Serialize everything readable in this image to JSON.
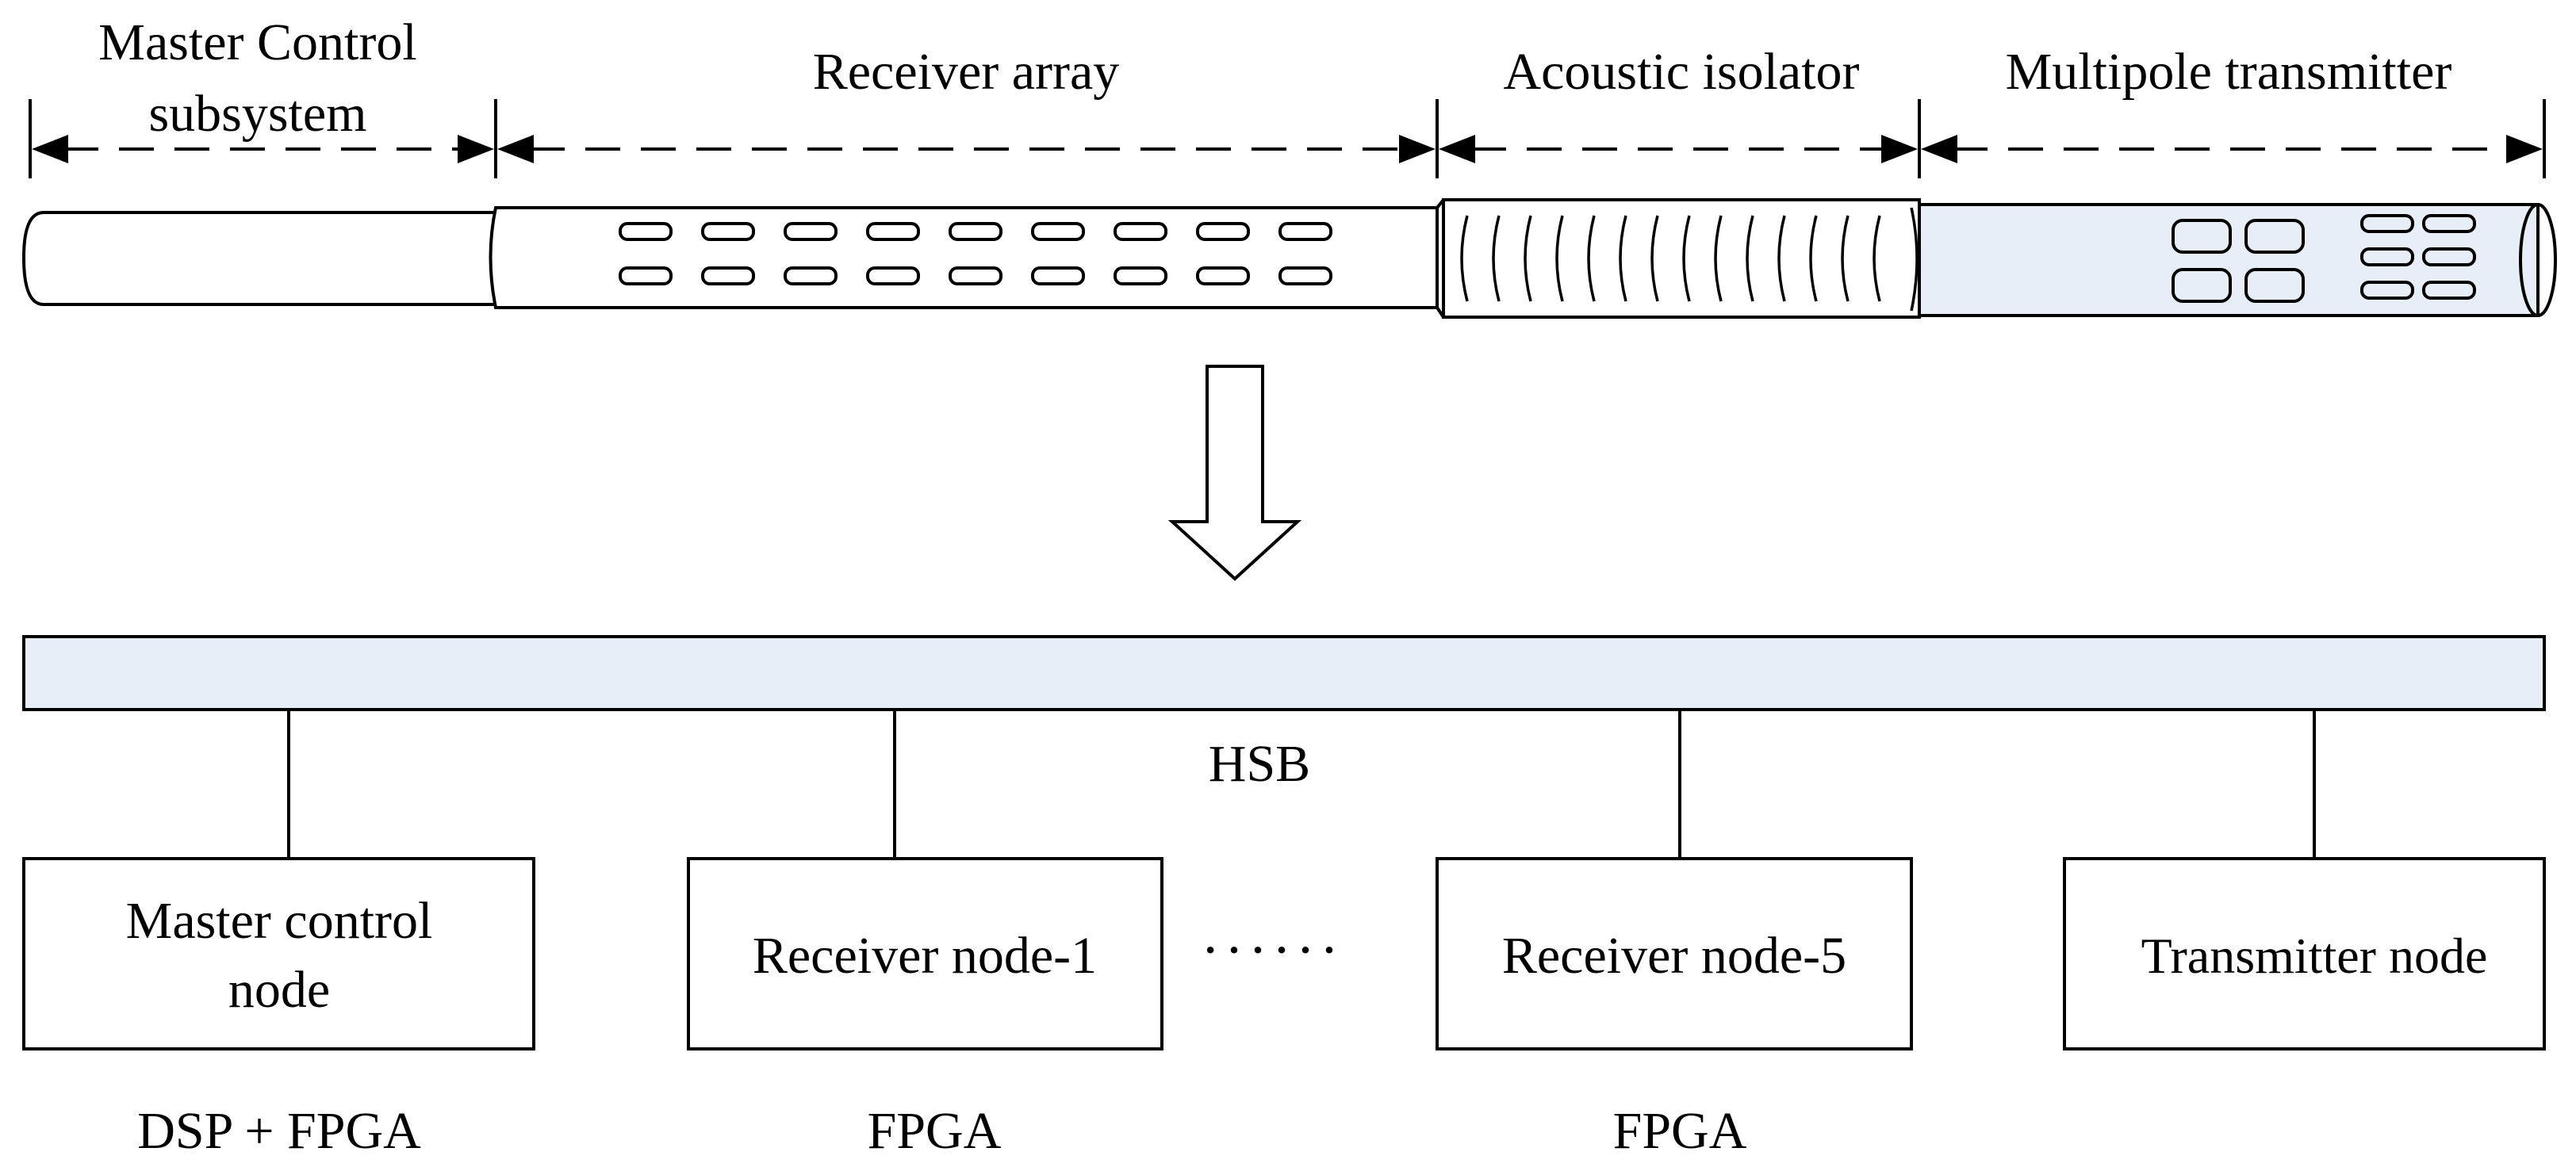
{
  "sections": {
    "master_control": "Master Control subsystem",
    "master_control_line1": "Master Control",
    "master_control_line2": "subsystem",
    "receiver_array": "Receiver array",
    "acoustic_isolator": "Acoustic isolator",
    "multipole_transmitter": "Multipole transmitter"
  },
  "bus": {
    "label": "HSB"
  },
  "nodes": [
    {
      "name": "Master control node",
      "line1": "Master control",
      "line2": "node",
      "chip": "DSP + FPGA"
    },
    {
      "name": "Receiver node-1",
      "chip": "FPGA"
    },
    {
      "name": "Receiver node-5",
      "chip": "FPGA"
    },
    {
      "name": "Transmitter node",
      "chip": ""
    }
  ],
  "ellipsis": "······",
  "colors": {
    "fill_light": "#e7eef8",
    "line": "#000000",
    "background": "#ffffff"
  }
}
